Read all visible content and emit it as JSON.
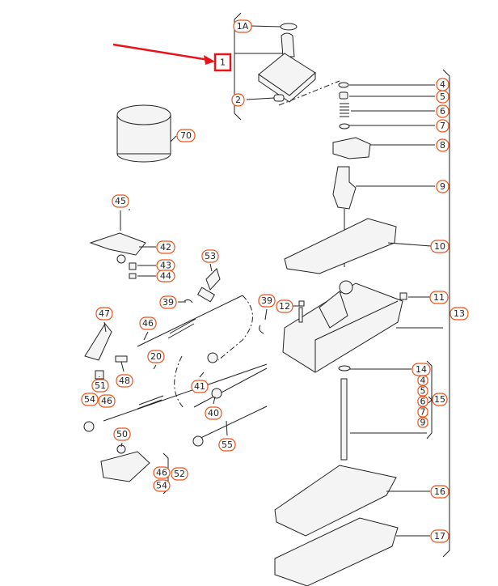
{
  "diagram": {
    "highlight_color": "#e8141c",
    "callout_color": "#e8541c",
    "callouts": {
      "c1a": "1A",
      "c1": "1",
      "c2": "2",
      "c4": "4",
      "c5": "5",
      "c6": "6",
      "c7": "7",
      "c8": "8",
      "c9": "9",
      "c10": "10",
      "c11": "11",
      "c12": "12",
      "c13": "13",
      "c14": "14",
      "c15a": "4",
      "c15b": "5",
      "c15c": "6",
      "c15d": "7",
      "c15e": "9",
      "c15": "15",
      "c16": "16",
      "c17": "17",
      "c70": "70",
      "c45": "45",
      "c42": "42",
      "c43": "43",
      "c44": "44",
      "c53": "53",
      "c39a": "39",
      "c39b": "39",
      "c47": "47",
      "c46a": "46",
      "c20": "20",
      "c51": "51",
      "c48": "48",
      "c41": "41",
      "c40": "40",
      "c54a": "54",
      "c46b": "46",
      "c55": "55",
      "c50": "50",
      "c46c": "46",
      "c52": "52",
      "c54b": "54"
    }
  }
}
